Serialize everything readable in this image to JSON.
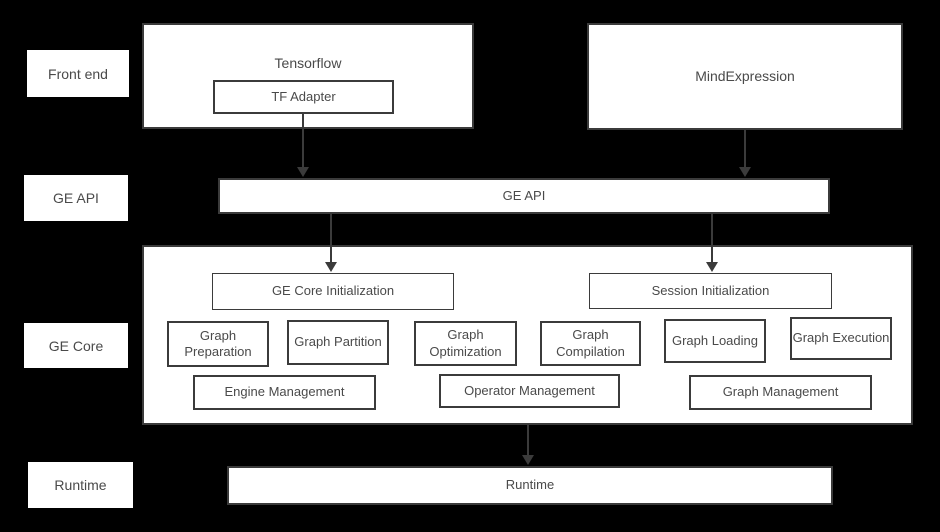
{
  "colors": {
    "background": "#000000",
    "box_fill": "#ffffff",
    "box_border": "#3b3b3b",
    "text": "#4a4a4a",
    "arrow": "#3b3b3b"
  },
  "row_labels": {
    "front_end": "Front end",
    "ge_api": "GE API",
    "ge_core": "GE Core",
    "runtime": "Runtime"
  },
  "front_end": {
    "tensorflow_label": "Tensorflow",
    "tf_adapter_label": "TF Adapter",
    "mindexpression_label": "MindExpression"
  },
  "ge_api": {
    "bar_label": "GE API"
  },
  "ge_core": {
    "ge_core_initialization": "GE Core Initialization",
    "session_initialization": "Session Initialization",
    "graph_preparation": "Graph Preparation",
    "graph_partition": "Graph Partition",
    "graph_optimization": "Graph Optimization",
    "graph_compilation": "Graph Compilation",
    "graph_loading": "Graph Loading",
    "graph_execution": "Graph Execution",
    "engine_management": "Engine Management",
    "operator_management": "Operator Management",
    "graph_management": "Graph Management"
  },
  "runtime": {
    "bar_label": "Runtime"
  }
}
